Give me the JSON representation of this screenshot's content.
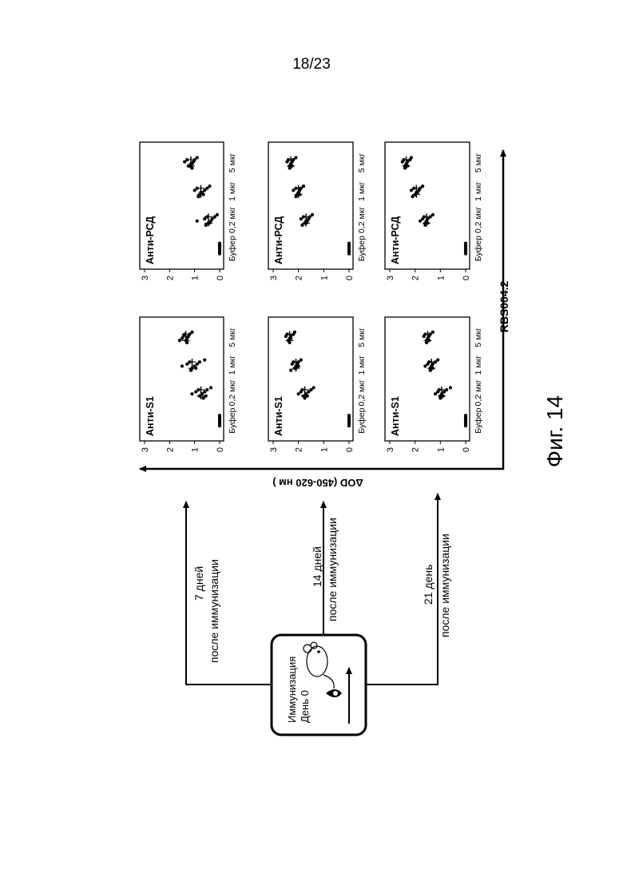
{
  "page_number": "18/23",
  "figure_caption": "Фиг. 14",
  "immunization": {
    "line1": "Иммунизация",
    "line2": "День 0"
  },
  "timepoints": [
    {
      "line1": "7 дней",
      "line2": "после иммунизации"
    },
    {
      "line1": "14 дней",
      "line2": "после иммунизации"
    },
    {
      "line1": "21 день",
      "line2": "после иммунизации"
    }
  ],
  "y_axis_label": "ΔOD (450-620 нм )",
  "x_axis_label": "RBS004.2",
  "chart_data": {
    "type": "scatter",
    "y_ticks": [
      "0",
      "1",
      "2",
      "3"
    ],
    "ylim": [
      0,
      3
    ],
    "categories": [
      "Буфер",
      "0,2 мкг",
      "1 мкг",
      "5 мкг"
    ],
    "panels": [
      {
        "title": "Анти-S1",
        "timepoint": "7 дней",
        "means": [
          0.0,
          0.75,
          1.1,
          1.35
        ],
        "points": [
          [
            0,
            0,
            0,
            0,
            0,
            0,
            0,
            0,
            0,
            0
          ],
          [
            0.35,
            0.5,
            0.6,
            0.7,
            0.8,
            0.85,
            0.95,
            1.1,
            0.55,
            0.65
          ],
          [
            0.6,
            0.8,
            0.9,
            1.0,
            1.1,
            1.2,
            1.3,
            1.5,
            0.95,
            1.15
          ],
          [
            1.1,
            1.2,
            1.25,
            1.3,
            1.35,
            1.4,
            1.45,
            1.5,
            1.6,
            1.3
          ]
        ]
      },
      {
        "title": "Анти-S1",
        "timepoint": "14 дней",
        "means": [
          0.0,
          1.75,
          2.1,
          2.35
        ],
        "points": [
          [
            0,
            0,
            0,
            0,
            0,
            0,
            0,
            0,
            0,
            0
          ],
          [
            1.4,
            1.5,
            1.6,
            1.7,
            1.8,
            1.85,
            1.9,
            2.0,
            1.65,
            1.75
          ],
          [
            1.9,
            2.0,
            2.05,
            2.1,
            2.15,
            2.2,
            2.25,
            2.0,
            2.1,
            2.3
          ],
          [
            2.15,
            2.2,
            2.3,
            2.35,
            2.4,
            2.45,
            2.5,
            2.3,
            2.4,
            2.35
          ]
        ]
      },
      {
        "title": "Анти-S1",
        "timepoint": "21 день",
        "means": [
          0.0,
          0.95,
          1.35,
          1.5
        ],
        "points": [
          [
            0,
            0,
            0,
            0,
            0,
            0,
            0,
            0,
            0,
            0
          ],
          [
            0.6,
            0.75,
            0.85,
            0.95,
            1.0,
            1.05,
            1.1,
            1.2,
            0.9,
            1.0
          ],
          [
            1.1,
            1.2,
            1.3,
            1.35,
            1.4,
            1.45,
            1.5,
            1.6,
            1.3,
            1.4
          ],
          [
            1.3,
            1.4,
            1.45,
            1.5,
            1.55,
            1.6,
            1.65,
            1.5,
            1.45,
            1.55
          ]
        ]
      },
      {
        "title": "Анти-РСД",
        "timepoint": "7 дней",
        "means": [
          0.0,
          0.45,
          0.75,
          1.15
        ],
        "points": [
          [
            0,
            0,
            0,
            0,
            0,
            0,
            0,
            0,
            0,
            0
          ],
          [
            0.1,
            0.2,
            0.3,
            0.35,
            0.45,
            0.5,
            0.6,
            0.9,
            0.4,
            0.55
          ],
          [
            0.4,
            0.5,
            0.6,
            0.7,
            0.8,
            0.9,
            1.0,
            0.75,
            0.65,
            0.85
          ],
          [
            0.9,
            1.0,
            1.05,
            1.1,
            1.2,
            1.3,
            1.4,
            1.15,
            1.25,
            1.1
          ]
        ]
      },
      {
        "title": "Анти-РСД",
        "timepoint": "14 дней",
        "means": [
          0.0,
          1.7,
          2.0,
          2.3
        ],
        "points": [
          [
            0,
            0,
            0,
            0,
            0,
            0,
            0,
            0,
            0,
            0
          ],
          [
            1.45,
            1.55,
            1.6,
            1.7,
            1.75,
            1.8,
            1.9,
            1.65,
            1.7,
            1.85
          ],
          [
            1.8,
            1.9,
            1.95,
            2.0,
            2.05,
            2.1,
            2.2,
            2.0,
            1.95,
            2.1
          ],
          [
            2.1,
            2.2,
            2.25,
            2.3,
            2.35,
            2.4,
            2.45,
            2.3,
            2.25,
            2.35
          ]
        ]
      },
      {
        "title": "Анти-РСД",
        "timepoint": "21 день",
        "means": [
          0.0,
          1.55,
          1.95,
          2.35
        ],
        "points": [
          [
            0,
            0,
            0,
            0,
            0,
            0,
            0,
            0,
            0,
            0
          ],
          [
            1.3,
            1.4,
            1.5,
            1.55,
            1.6,
            1.65,
            1.7,
            1.8,
            1.5,
            1.6
          ],
          [
            1.7,
            1.8,
            1.85,
            1.95,
            2.0,
            2.05,
            2.15,
            1.9,
            2.0,
            2.1
          ],
          [
            2.15,
            2.2,
            2.3,
            2.35,
            2.4,
            2.45,
            2.5,
            2.35,
            2.3,
            2.4
          ]
        ]
      }
    ]
  }
}
